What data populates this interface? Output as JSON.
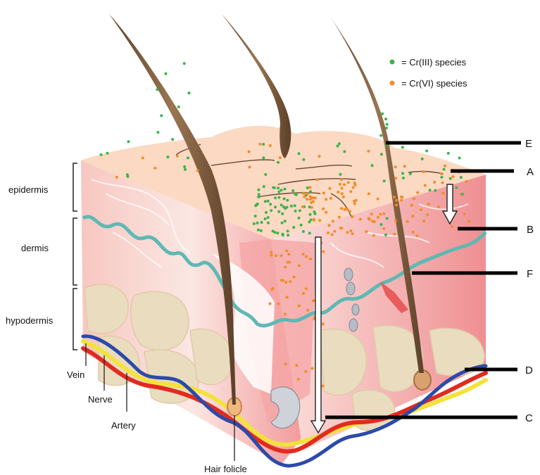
{
  "legend": {
    "cr3": {
      "text": "= Cr(III) species",
      "color": "#3cb44b"
    },
    "cr6": {
      "text": "= Cr(VI) species",
      "color": "#f28c28"
    }
  },
  "layers": {
    "epidermis": "epidermis",
    "dermis": "dermis",
    "hypodermis": "hypodermis"
  },
  "structures": {
    "vein": "Vein",
    "nerve": "Nerve",
    "artery": "Artery",
    "hair_follicle": "Hair folicle"
  },
  "markers": {
    "E": "E",
    "A": "A",
    "B": "B",
    "F": "F",
    "D": "D",
    "C": "C"
  },
  "colors": {
    "surface": "#fbd9c2",
    "dermis": "#f6b9b4",
    "fat": "#e9dcbf",
    "vein": "#2c4aa8",
    "artery": "#e12b1f",
    "nerve": "#f4e13a",
    "membrane": "#5fb8b3",
    "hair": "#7a5a3c"
  }
}
